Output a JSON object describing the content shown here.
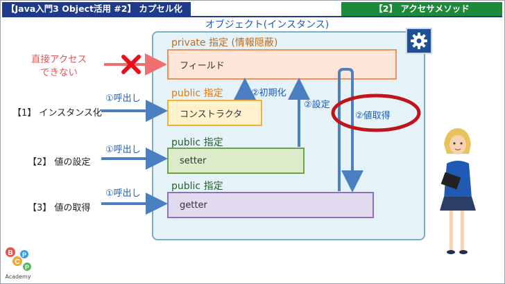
{
  "header": {
    "title": "【Java入門3 Object活用 #2】 カプセル化",
    "section": "【2】 アクセサメソッド"
  },
  "instance": {
    "label": "オブジェクト(インスタンス)"
  },
  "fields": {
    "private_label": "private 指定 (情報隠蔽)",
    "field_box": "フィールド"
  },
  "constructor": {
    "public_label": "public 指定",
    "box": "コンストラクタ"
  },
  "setter": {
    "public_label": "public 指定",
    "box": "setter"
  },
  "getter": {
    "public_label": "public 指定",
    "box": "getter"
  },
  "left": {
    "no_access_line1": "直接アクセス",
    "no_access_line2": "できない",
    "row1": "【1】 インスタンス化",
    "row2": "【2】 値の設定",
    "row3": "【3】 値の取得"
  },
  "arrows": {
    "call1": "①呼出し",
    "call2": "①呼出し",
    "call3": "①呼出し",
    "init": "②初期化",
    "set": "②設定",
    "get": "②値取得"
  },
  "logo": {
    "text": "Academy"
  },
  "colors": {
    "title_bg": "#1f3a8a",
    "section_bg": "#1c8a3a",
    "private_label": "#c06a1a",
    "public_label_constructor": "#e07a10",
    "public_label_default": "#2b5e2b",
    "arrow_blue": "#4a7fc1",
    "no_access_red": "#e55555",
    "highlight_ring": "#c0141b"
  }
}
